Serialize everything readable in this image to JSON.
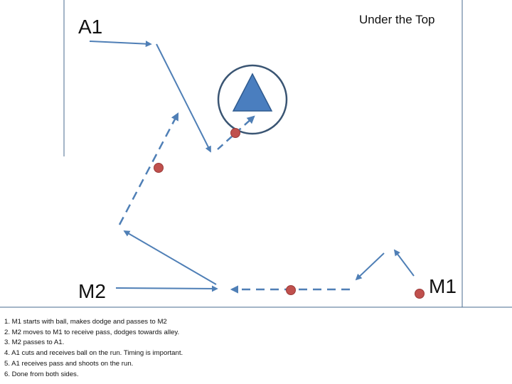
{
  "title": "Under the Top",
  "players": {
    "a1": "A1",
    "m2": "M2",
    "m1": "M1"
  },
  "colors": {
    "line": "#4f7fb6",
    "ball": "#c0504d",
    "cone_fill": "#4a7ebf",
    "circle_stroke": "#3a5573",
    "boundary": "#4a6b8f"
  },
  "steps": [
    "1. M1 starts with ball, makes dodge and passes to M2",
    "2. M2 moves to M1 to receive pass, dodges towards alley.",
    "3. M2 passes to A1.",
    "4. A1 cuts and receives ball on the run. Timing is important.",
    "5. A1 receives pass and shoots on the run.",
    "6. Done from both sides."
  ]
}
